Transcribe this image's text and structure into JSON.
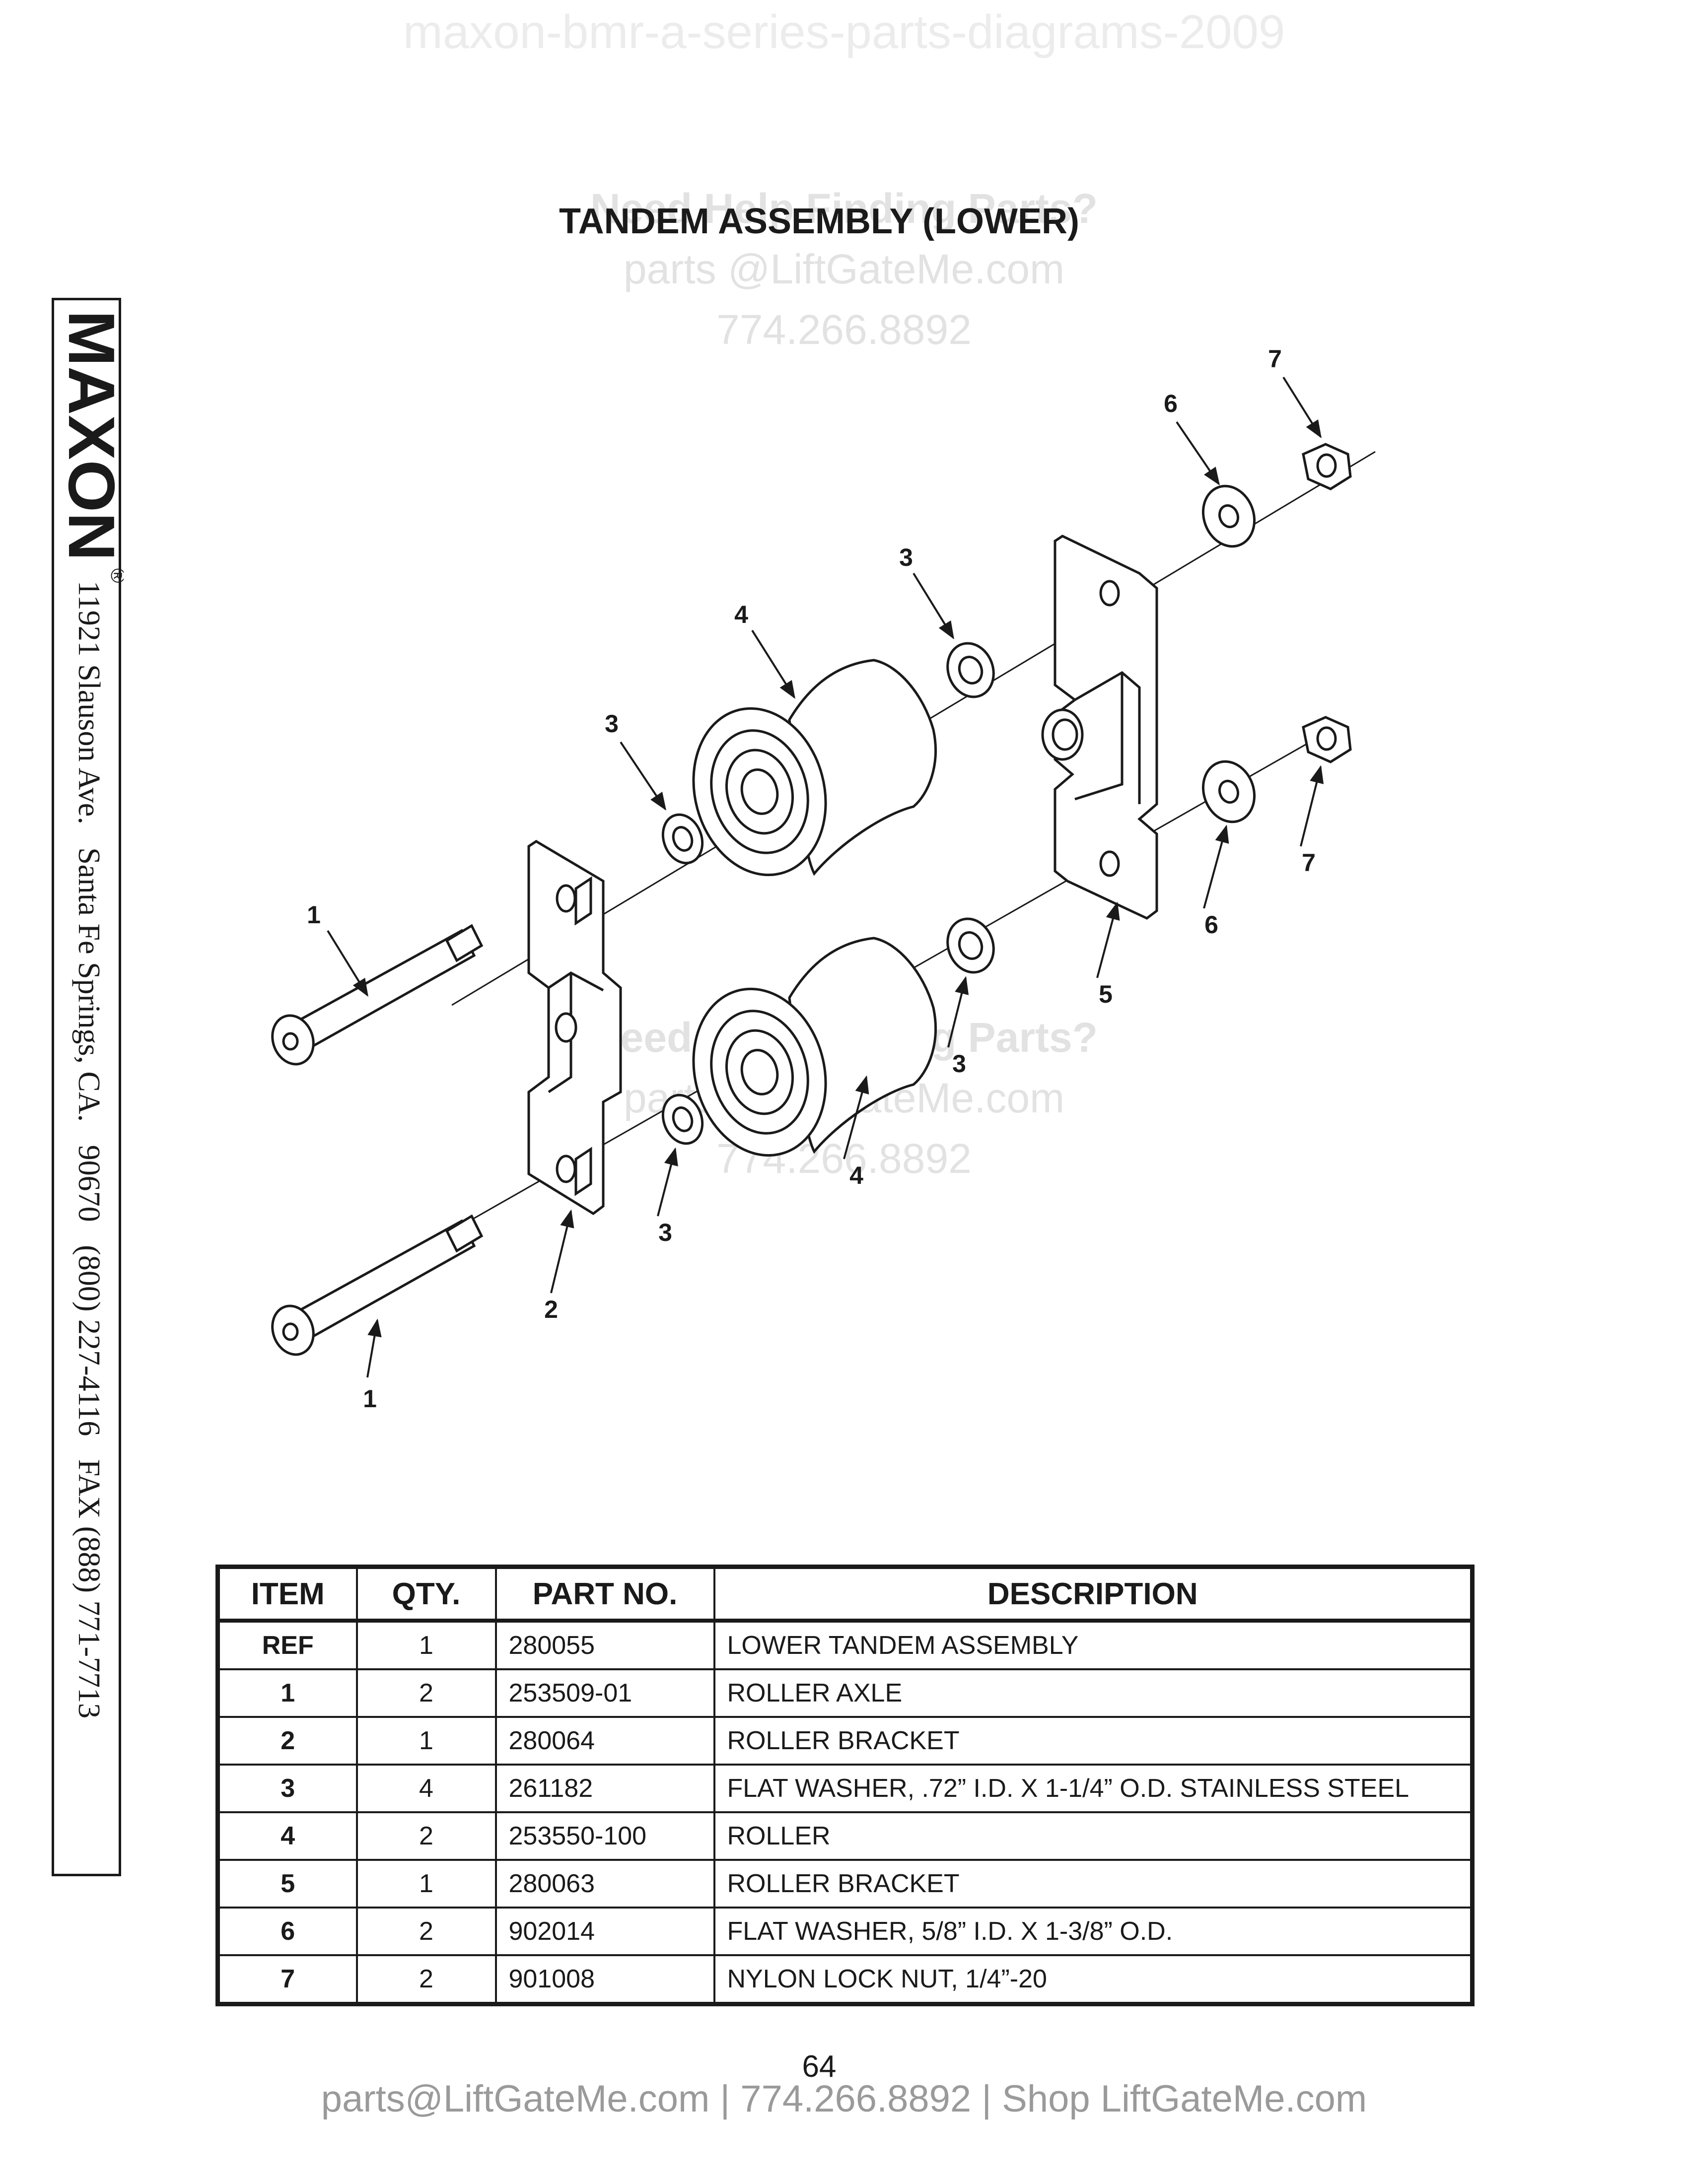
{
  "watermark_top": "maxon-bmr-a-series-parts-diagrams-2009",
  "watermark_block": {
    "line1": "Need Help Finding Parts?",
    "line2": "parts @LiftGateMe.com",
    "line3": "774.266.8892"
  },
  "title": "TANDEM ASSEMBLY (LOWER)",
  "sidebar": {
    "brand": "MAXON",
    "registered": "®",
    "address": "11921 Slauson Ave.   Santa Fe Springs, CA.   90670   (800) 227-4116   FAX (888) 771-7713"
  },
  "diagram": {
    "callouts": [
      "7",
      "6",
      "3",
      "4",
      "3",
      "1",
      "7",
      "6",
      "5",
      "3",
      "4",
      "3",
      "2",
      "1"
    ]
  },
  "table": {
    "headers": {
      "item": "ITEM",
      "qty": "QTY.",
      "part_no": "PART NO.",
      "description": "DESCRIPTION"
    },
    "rows": [
      {
        "item": "REF",
        "qty": "1",
        "part_no": "280055",
        "description": "LOWER TANDEM ASSEMBLY"
      },
      {
        "item": "1",
        "qty": "2",
        "part_no": "253509-01",
        "description": "ROLLER AXLE"
      },
      {
        "item": "2",
        "qty": "1",
        "part_no": "280064",
        "description": "ROLLER BRACKET"
      },
      {
        "item": "3",
        "qty": "4",
        "part_no": "261182",
        "description": "FLAT WASHER, .72” I.D. X 1-1/4” O.D. STAINLESS STEEL"
      },
      {
        "item": "4",
        "qty": "2",
        "part_no": "253550-100",
        "description": "ROLLER"
      },
      {
        "item": "5",
        "qty": "1",
        "part_no": "280063",
        "description": "ROLLER BRACKET"
      },
      {
        "item": "6",
        "qty": "2",
        "part_no": "902014",
        "description": "FLAT WASHER, 5/8” I.D. X 1-3/8” O.D."
      },
      {
        "item": "7",
        "qty": "2",
        "part_no": "901008",
        "description": "NYLON LOCK NUT, 1/4”-20"
      }
    ]
  },
  "page_number": "64",
  "footer": "parts@LiftGateMe.com | 774.266.8892 | Shop LiftGateMe.com"
}
